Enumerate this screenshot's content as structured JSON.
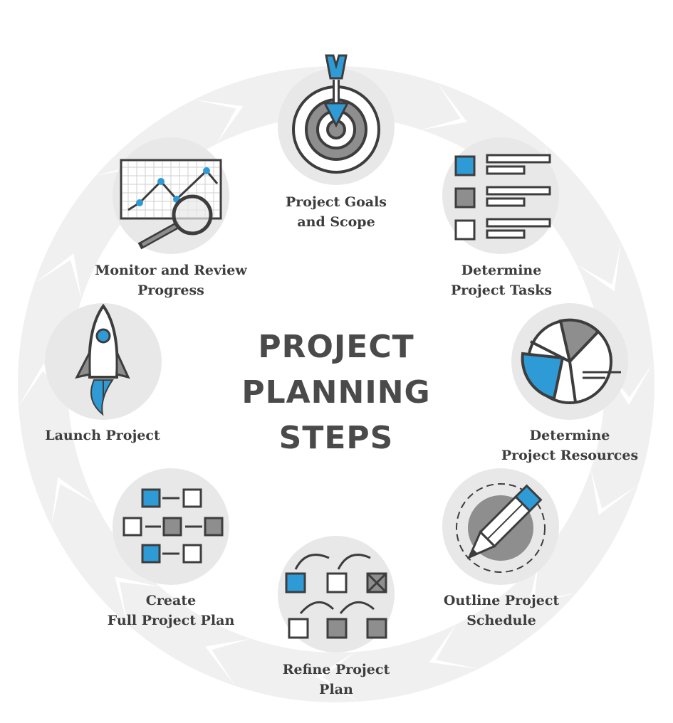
{
  "title": {
    "line1": "PROJECT",
    "line2": "PLANNING",
    "line3": "STEPS"
  },
  "colors": {
    "accent": "#2e9bd6",
    "dark": "#3d3d3d",
    "grey": "#8e8e8e",
    "circle": "#e8e8e8",
    "ring": "#f0f0f0"
  },
  "steps": [
    {
      "line1": "Project Goals",
      "line2": "and Scope",
      "icon": "target-arrow-icon"
    },
    {
      "line1": "Determine",
      "line2": "Project Tasks",
      "icon": "task-checklist-icon"
    },
    {
      "line1": "Determine",
      "line2": "Project Resources",
      "icon": "pie-chart-icon"
    },
    {
      "line1": "Outline Project",
      "line2": "Schedule",
      "icon": "pencil-icon"
    },
    {
      "line1": "Refine Project",
      "line2": "Plan",
      "icon": "refine-flow-icon"
    },
    {
      "line1": "Create",
      "line2": "Full Project Plan",
      "icon": "plan-flow-icon"
    },
    {
      "line1": "Launch Project",
      "line2": "",
      "icon": "rocket-icon"
    },
    {
      "line1": "Monitor and Review",
      "line2": "Progress",
      "icon": "magnifier-chart-icon"
    }
  ]
}
